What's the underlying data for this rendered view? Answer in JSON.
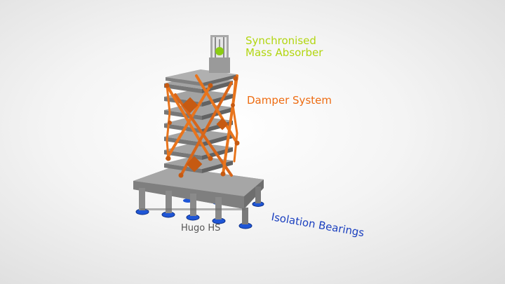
{
  "labels": {
    "mass_absorber": {
      "line1": "Synchronised",
      "line2": "Mass Absorber"
    },
    "damper": "Damper System",
    "isolation": "Isolation Bearings",
    "credit": "Hugo HS"
  },
  "colors": {
    "mass_absorber": "#b2d610",
    "damper": "#ee6c12",
    "isolation": "#1a3fbf",
    "credit": "#555555",
    "brace": "#e8741c",
    "slab": "#8c8c8c",
    "bearing": "#1f56d6",
    "mass": "#8ccc14"
  }
}
